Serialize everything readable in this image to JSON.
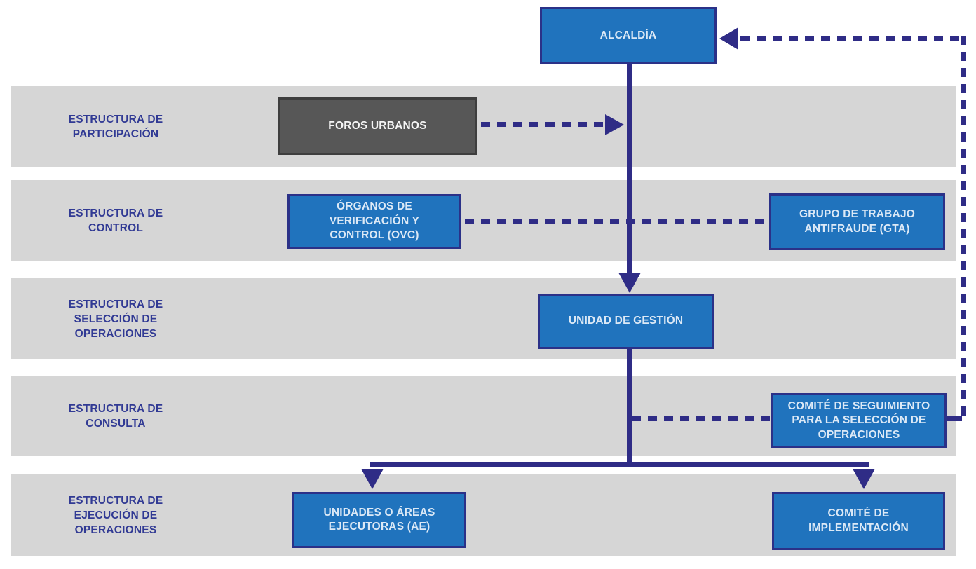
{
  "diagram": {
    "rows": [
      {
        "label": "ESTRUCTURA DE\nPARTICIPACIÓN"
      },
      {
        "label": "ESTRUCTURA DE\nCONTROL"
      },
      {
        "label": "ESTRUCTURA DE\nSELECCIÓN DE\nOPERACIONES"
      },
      {
        "label": "ESTRUCTURA DE\nCONSULTA"
      },
      {
        "label": "ESTRUCTURA DE\nEJECUCIÓN DE\nOPERACIONES"
      }
    ],
    "nodes": {
      "alcaldia": {
        "label": "ALCALDÍA"
      },
      "foros_urbanos": {
        "label": "FOROS URBANOS"
      },
      "ovc": {
        "label": "ÓRGANOS DE\nVERIFICACIÓN Y\nCONTROL (OVC)"
      },
      "gta": {
        "label": "GRUPO DE TRABAJO\nANTIFRAUDE (GTA)"
      },
      "unidad_gestion": {
        "label": "UNIDAD DE GESTIÓN"
      },
      "comite_seguimiento": {
        "label": "COMITÉ DE SEGUIMIENTO\nPARA LA SELECCIÓN DE\nOPERACIONES"
      },
      "unidades_ejecutoras": {
        "label": "UNIDADES O ÁREAS\nEJECUTORAS (AE)"
      },
      "comite_implementacion": {
        "label": "COMITÉ DE\nIMPLEMENTACIÓN"
      }
    },
    "colors": {
      "node_blue": "#2073BD",
      "node_border_navy": "#2B3188",
      "node_dark_gray": "#575757",
      "band_gray": "#D6D6D6",
      "connector_navy": "#2F2C86",
      "row_label_blue": "#313A94",
      "node_text_light": "#DCE9F6"
    }
  }
}
